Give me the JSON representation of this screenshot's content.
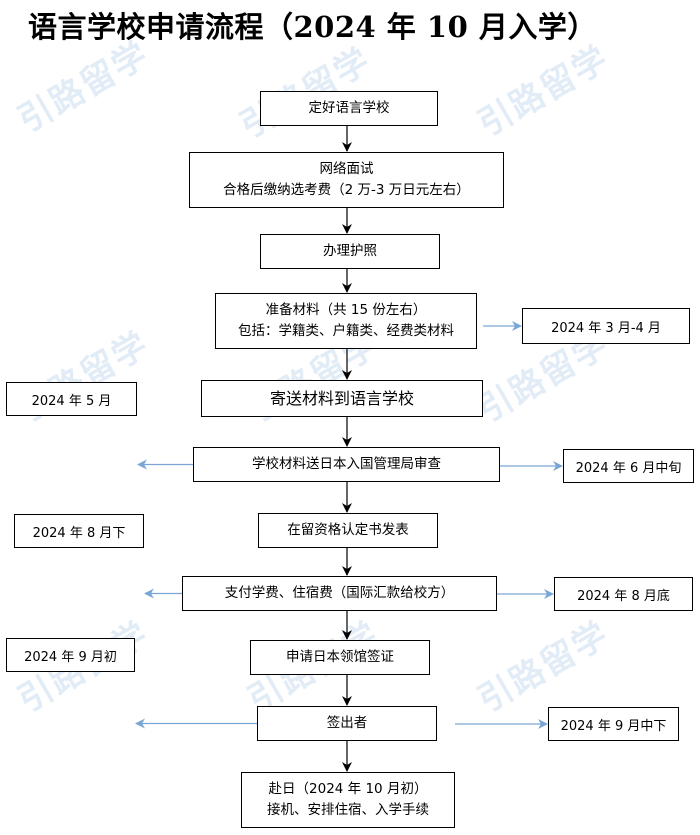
{
  "title": "语言学校申请流程（2024 年 10 月入学）",
  "watermark": "引路留学",
  "colors": {
    "main_arrow": "#000000",
    "side_arrow": "#7aa6d6"
  },
  "steps": [
    {
      "lines": [
        "定好语言学校"
      ]
    },
    {
      "lines": [
        "网络面试",
        "合格后缴纳选考费（2 万-3 万日元左右）"
      ]
    },
    {
      "lines": [
        "办理护照"
      ]
    },
    {
      "lines": [
        "准备材料（共 15 份左右）",
        "包括：学籍类、户籍类、经费类材料"
      ]
    },
    {
      "lines": [
        "寄送材料到语言学校"
      ]
    },
    {
      "lines": [
        "学校材料送日本入国管理局审查"
      ]
    },
    {
      "lines": [
        "在留资格认定书发表"
      ]
    },
    {
      "lines": [
        "支付学费、住宿费（国际汇款给校方）"
      ]
    },
    {
      "lines": [
        "申请日本领馆签证"
      ]
    },
    {
      "lines": [
        "签出者"
      ]
    },
    {
      "lines": [
        "赴日（2024 年 10 月初）",
        "接机、安排住宿、入学手续"
      ]
    }
  ],
  "timeline": [
    {
      "text": "2024 年 3 月-4 月",
      "step": 4
    },
    {
      "text": "2024 年 5 月",
      "step": 5
    },
    {
      "text": "2024 年 6 月中旬",
      "step": 6
    },
    {
      "text": "2024 年 8 月下",
      "step": 7
    },
    {
      "text": "2024 年 8 月底",
      "step": 8
    },
    {
      "text": "2024 年 9 月初",
      "step": 9
    },
    {
      "text": "2024 年 9 月中下",
      "step": 10
    }
  ]
}
